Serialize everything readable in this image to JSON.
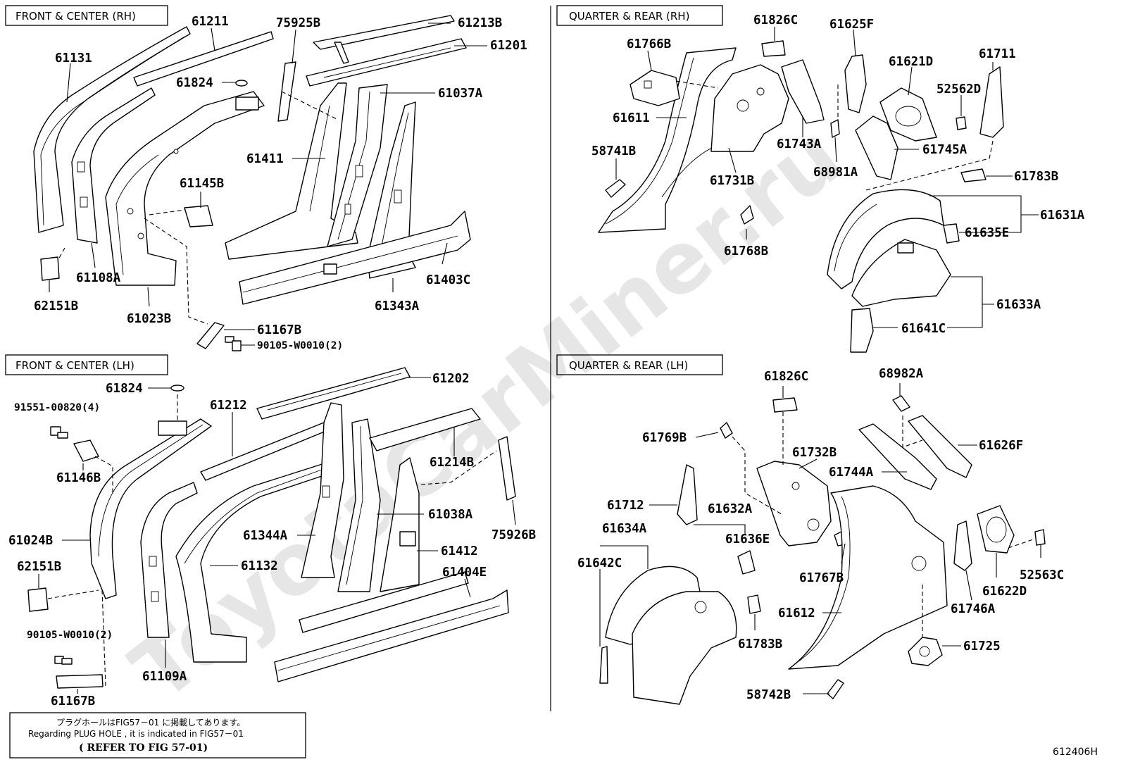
{
  "watermark": "ToyotaCarMiner.ru",
  "illustration_id": "612406H",
  "sections": [
    {
      "id": "front_rh",
      "title": "FRONT & CENTER (RH)"
    },
    {
      "id": "quarter_rh",
      "title": "QUARTER & REAR (RH)"
    },
    {
      "id": "front_lh",
      "title": "FRONT & CENTER (LH)"
    },
    {
      "id": "quarter_lh",
      "title": "QUARTER & REAR (LH)"
    }
  ],
  "note": {
    "line1": "プラグホールはFIG57－01 に掲載してあります。",
    "line2": "Regarding PLUG HOLE , it is indicated in FIG57－01",
    "line3": "( REFER TO FIG 57-01)"
  },
  "parts": {
    "front_rh": [
      "61131",
      "61211",
      "75925B",
      "61213B",
      "61201",
      "61824",
      "61037A",
      "61411",
      "61145B",
      "61108A",
      "62151B",
      "61023B",
      "61343A",
      "61403C",
      "61167B",
      "90105-W0010(2)"
    ],
    "quarter_rh": [
      "61826C",
      "61625F",
      "61766B",
      "61621D",
      "61711",
      "52562D",
      "61611",
      "61743A",
      "61745A",
      "58741B",
      "61731B",
      "68981A",
      "61783B",
      "61631A",
      "61635E",
      "61768B",
      "61633A",
      "61641C"
    ],
    "front_lh": [
      "61202",
      "61824",
      "91551-00820(4)",
      "61212",
      "61214B",
      "61146B",
      "61038A",
      "75926B",
      "61024B",
      "61344A",
      "61412",
      "62151B",
      "61132",
      "61404E",
      "90105-W0010(2)",
      "61109A",
      "61167B"
    ],
    "quarter_lh": [
      "61826C",
      "68982A",
      "61769B",
      "61732B",
      "61626F",
      "61744A",
      "61712",
      "61632A",
      "61634A",
      "61636E",
      "61642C",
      "61767B",
      "61622D",
      "52563C",
      "61746A",
      "61612",
      "61783B",
      "61725",
      "58742B"
    ]
  }
}
